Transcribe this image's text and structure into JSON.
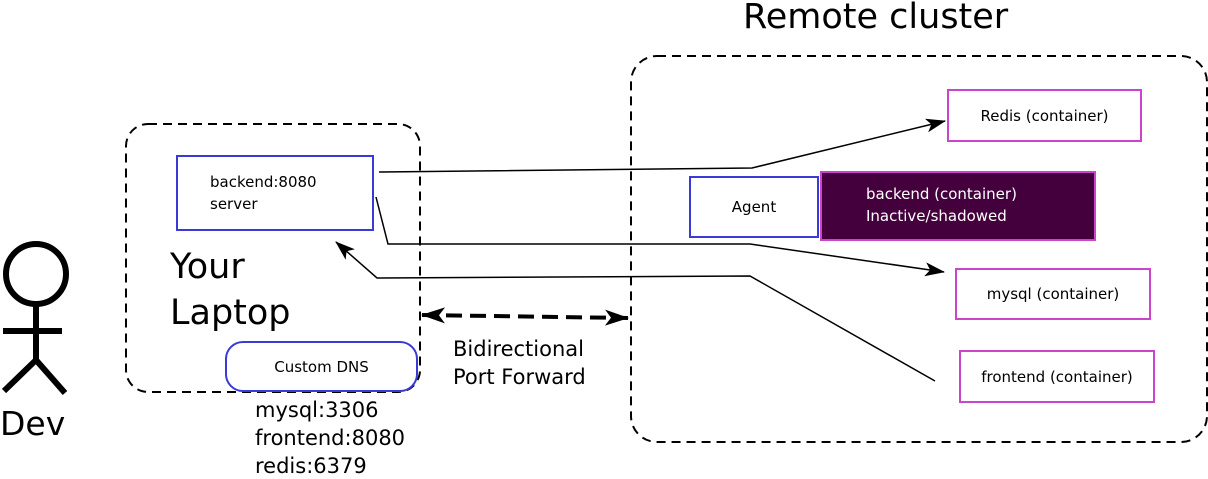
{
  "title": "Remote cluster",
  "laptop": {
    "label_line1": "Your",
    "label_line2": "Laptop",
    "backend_line1": "backend:8080",
    "backend_line2": "server",
    "dns_label": "Custom DNS",
    "dns_entries": [
      "mysql:3306",
      "frontend:8080",
      "redis:6379"
    ]
  },
  "dev": {
    "label": "Dev"
  },
  "port_forward": {
    "line1": "Bidirectional",
    "line2": "Port Forward"
  },
  "cluster": {
    "agent_label": "Agent",
    "backend_container_line1": "backend (container)",
    "backend_container_line2": "Inactive/shadowed",
    "redis_label": "Redis (container)",
    "mysql_label": "mysql (container)",
    "frontend_label": "frontend (container)"
  },
  "colors": {
    "blue_border": "#3a3ad6",
    "magenta_border": "#cc44cc",
    "shadowed_fill": "#44003c"
  }
}
